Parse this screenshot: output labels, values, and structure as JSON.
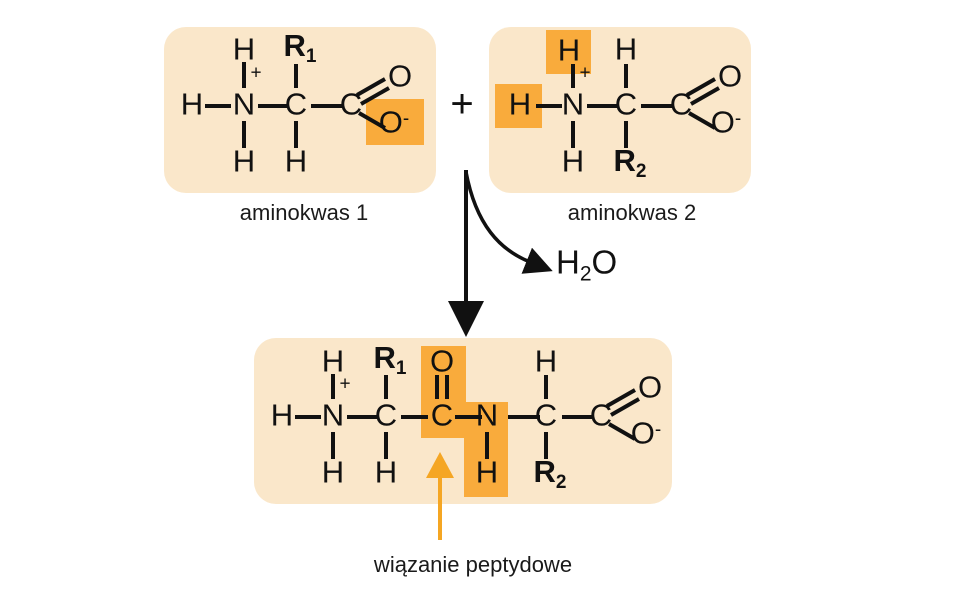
{
  "diagram": {
    "title_language": "pl",
    "colors": {
      "panel_background": "#fae7ca",
      "highlight": "#f9ab3c",
      "pointer_arrow": "#f5a623",
      "ink": "#111111",
      "page_background": "#ffffff"
    },
    "operator": "+",
    "byproduct": {
      "formula_main": "H",
      "formula_sub": "2",
      "formula_tail": "O"
    },
    "captions": {
      "amino_acid_1": "aminokwas 1",
      "amino_acid_2": "aminokwas 2",
      "peptide_bond": "wiązanie peptydowe"
    },
    "reactant1": {
      "label": "aminokwas 1",
      "atoms": {
        "h_left": "H",
        "n": "N",
        "n_charge": "+",
        "h_top": "H",
        "h_bottom": "H",
        "c_alpha": "C",
        "r_group": "R",
        "r_index": "1",
        "h_alpha": "H",
        "c_carboxyl": "C",
        "o_double": "O",
        "o_minus": "O",
        "o_minus_charge": "-"
      },
      "highlighted": [
        "o_minus"
      ]
    },
    "reactant2": {
      "label": "aminokwas 2",
      "atoms": {
        "h_left": "H",
        "n": "N",
        "n_charge": "+",
        "h_top": "H",
        "h_bottom": "H",
        "c_alpha": "C",
        "h_alpha": "H",
        "r_group": "R",
        "r_index": "2",
        "c_carboxyl": "C",
        "o_double": "O",
        "o_minus": "O",
        "o_minus_charge": "-"
      },
      "highlighted": [
        "h_top",
        "h_left"
      ]
    },
    "product": {
      "label": "wiązanie peptydowe",
      "atoms": {
        "h_left": "H",
        "n1": "N",
        "n1_charge": "+",
        "h_top1": "H",
        "h_bottom1": "H",
        "c_alpha1": "C",
        "r_group1": "R",
        "r_index1": "1",
        "h_alpha1": "H",
        "c_carbonyl": "C",
        "o_carbonyl": "O",
        "n_amide": "N",
        "h_amide": "H",
        "c_alpha2": "C",
        "h_alpha2": "H",
        "r_group2": "R",
        "r_index2": "2",
        "c_carboxyl": "C",
        "o_double": "O",
        "o_minus": "O",
        "o_minus_charge": "-"
      },
      "highlighted": [
        "o_carbonyl",
        "c_carbonyl",
        "n_amide",
        "h_amide"
      ]
    }
  }
}
